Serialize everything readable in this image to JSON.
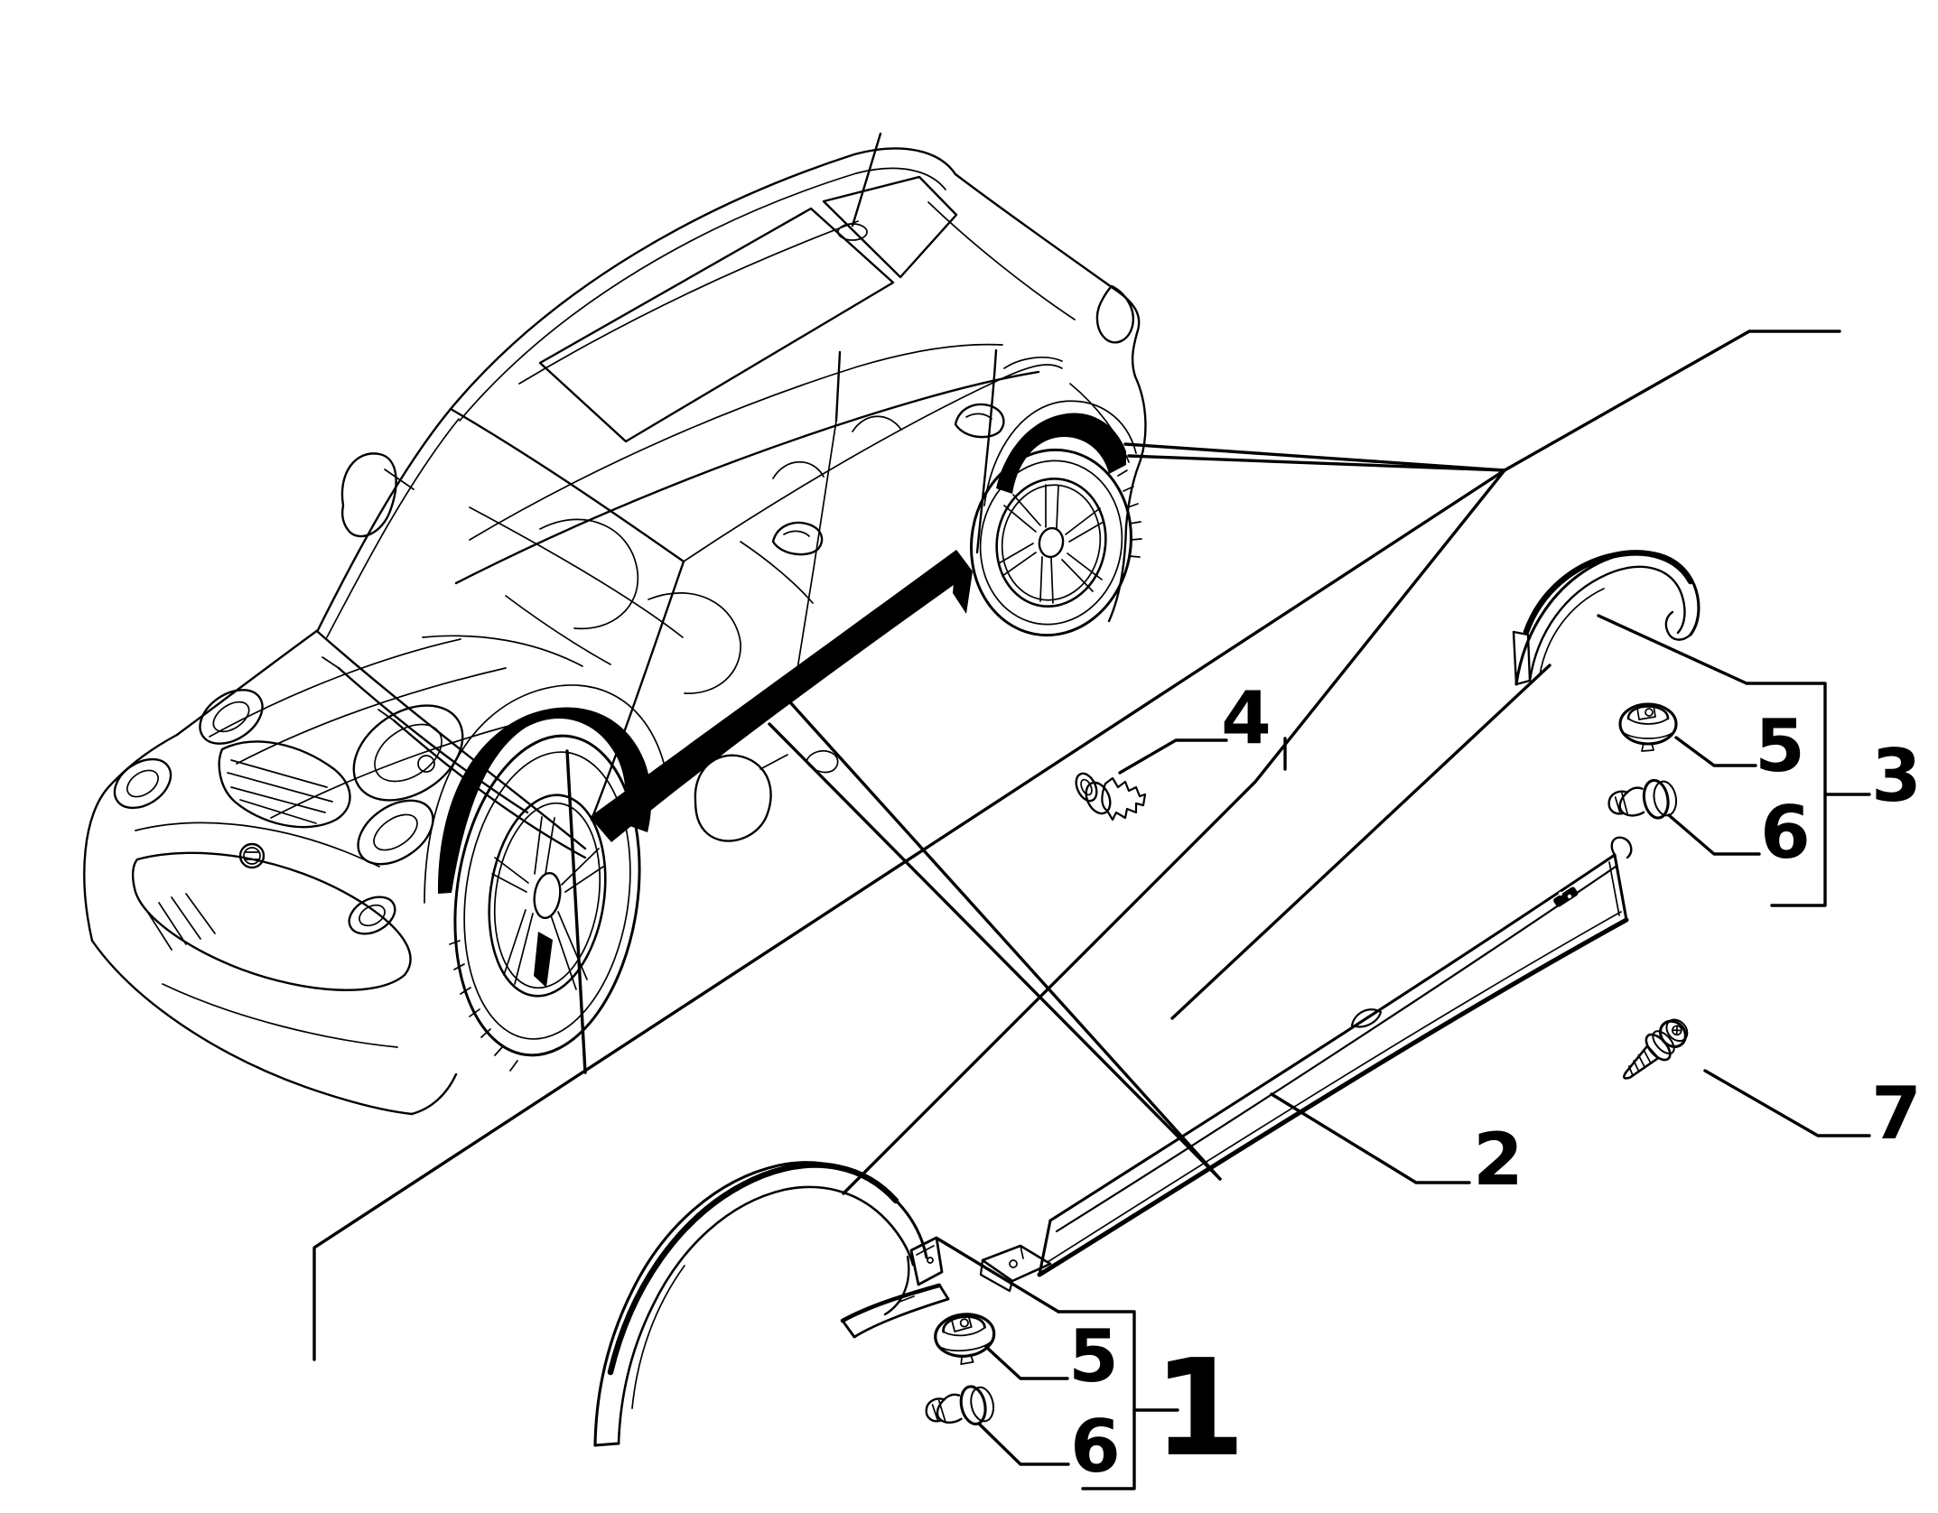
{
  "diagram": {
    "background": "#ffffff",
    "ink": "#000000",
    "callouts": {
      "c1": "1",
      "c2": "2",
      "c3": "3",
      "c4": "4",
      "c5_rear": "5",
      "c6_rear": "6",
      "c5_front": "5",
      "c6_front": "6",
      "c7": "7"
    }
  }
}
